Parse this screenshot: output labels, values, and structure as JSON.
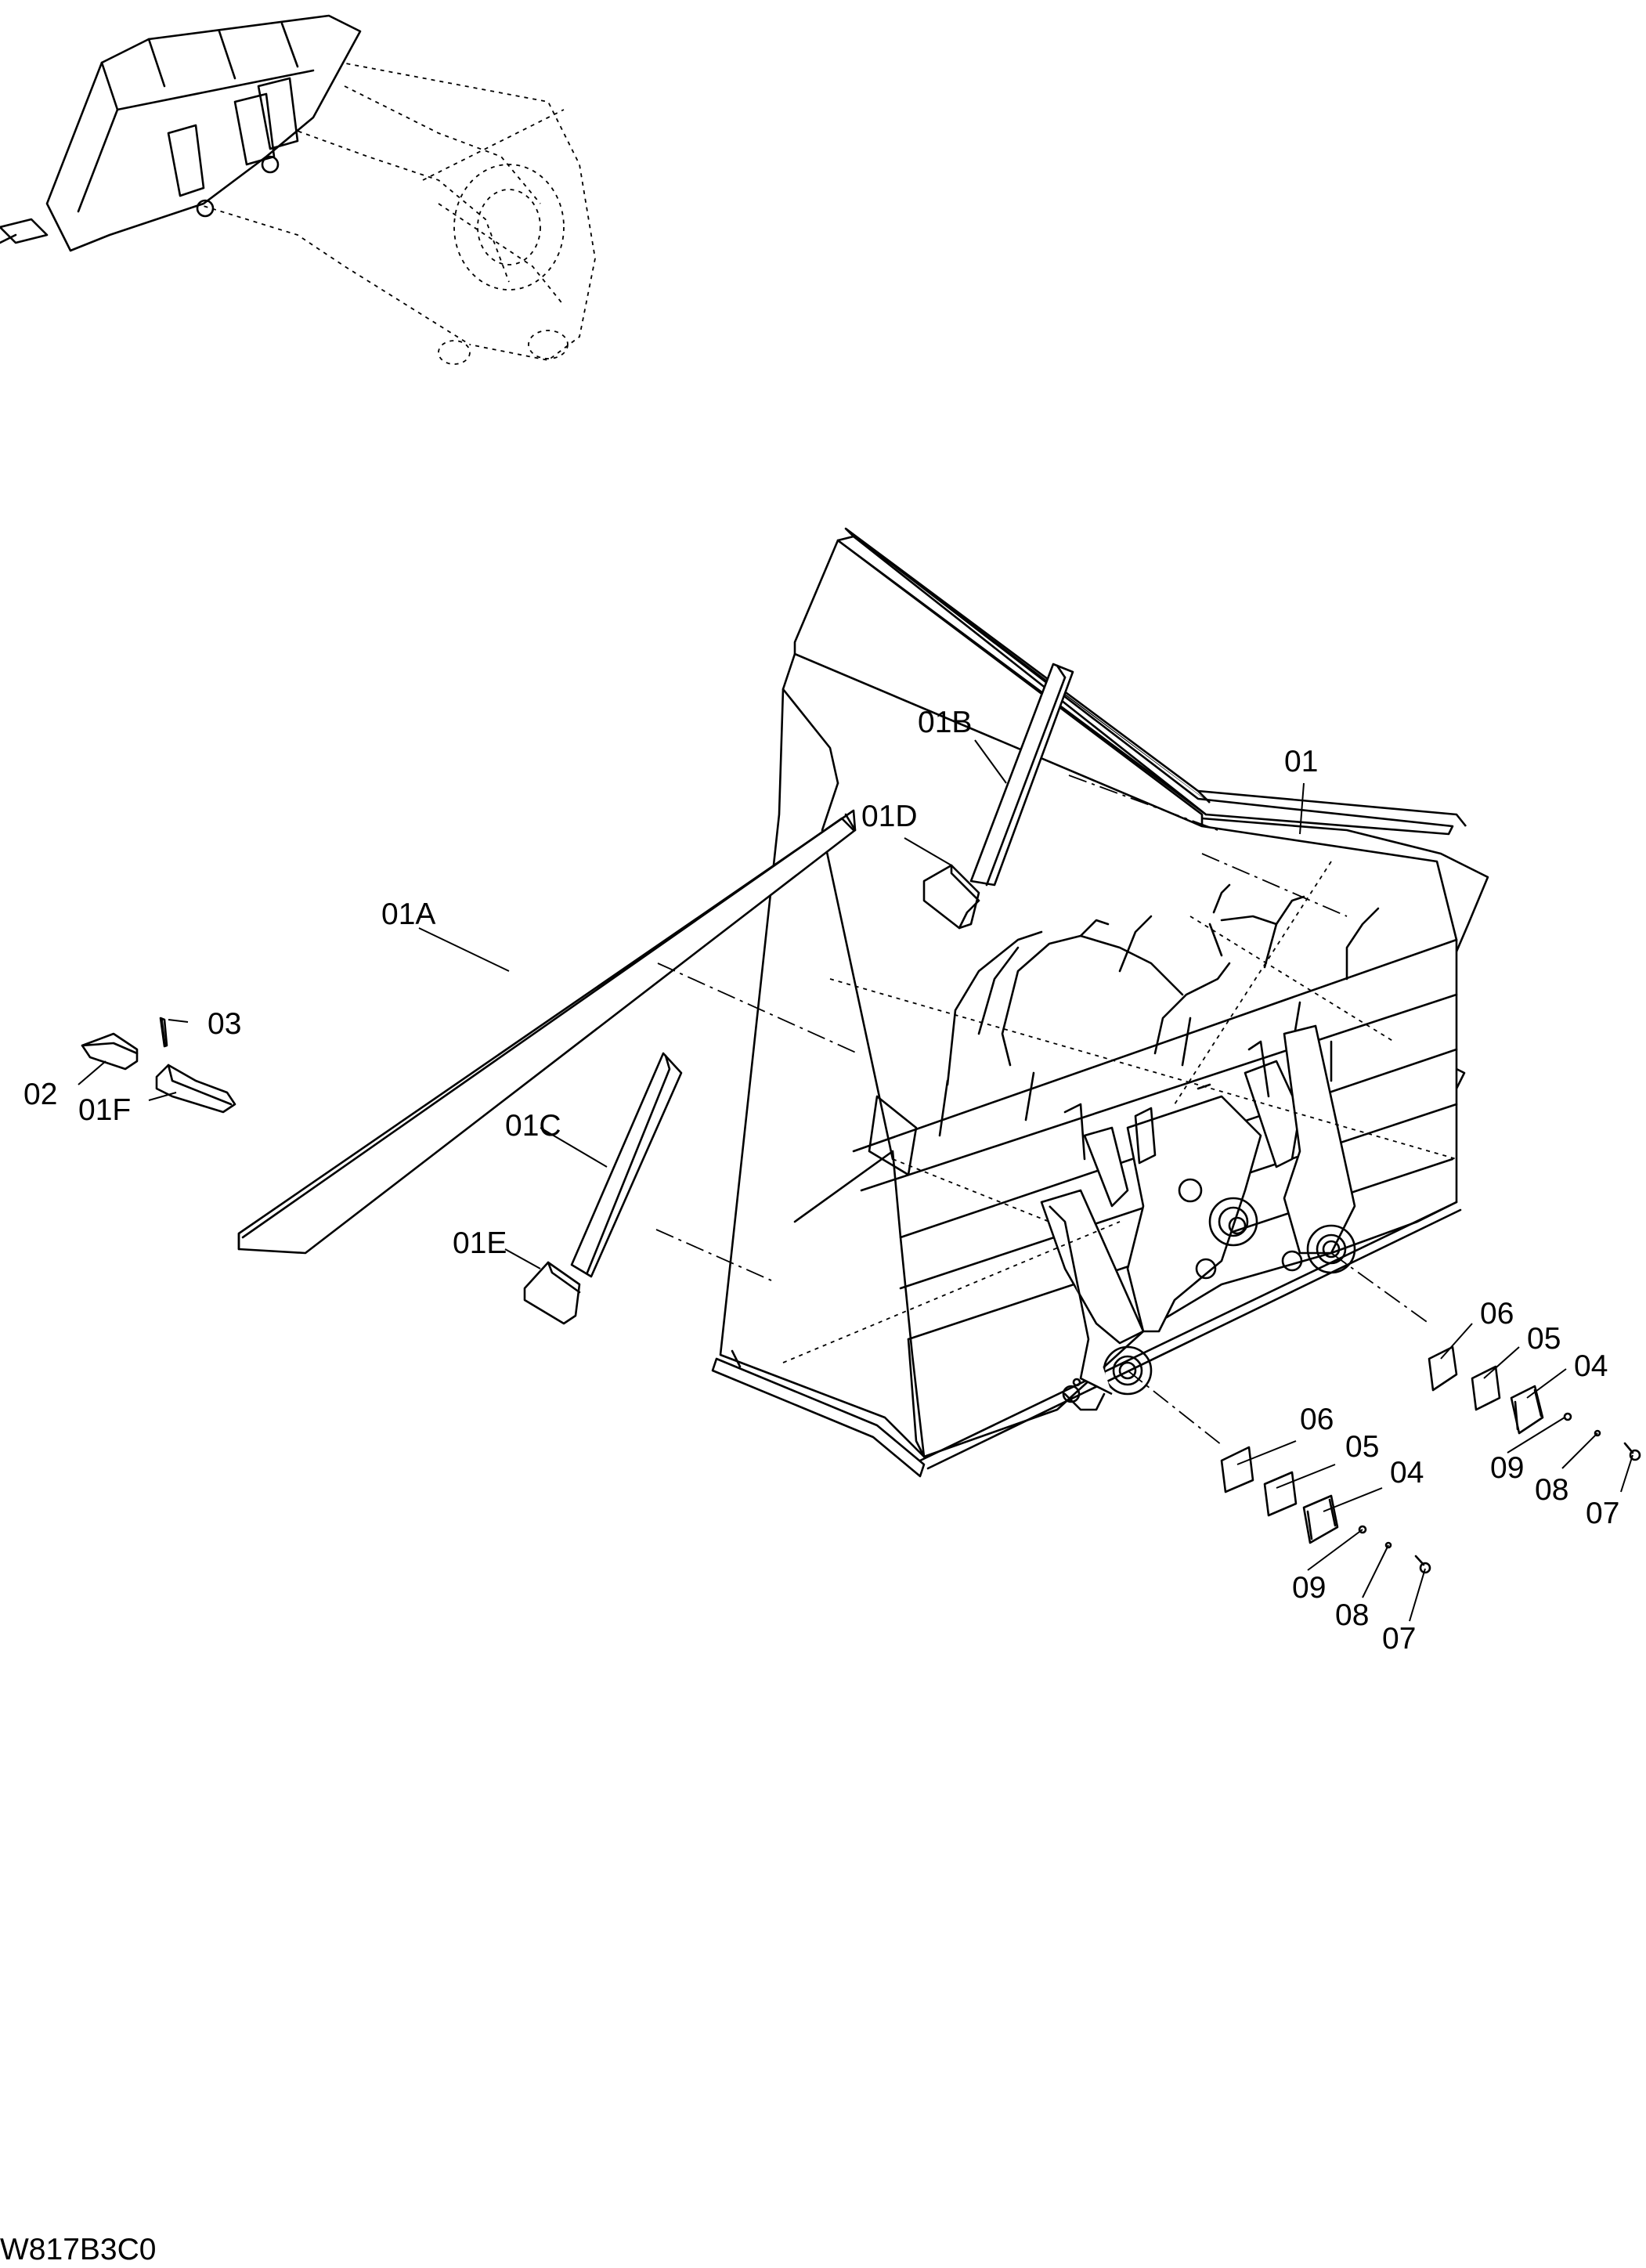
{
  "diagram": {
    "drawing_code": "W817B3C0",
    "callouts": {
      "p01": "01",
      "p01A": "01A",
      "p01B": "01B",
      "p01C": "01C",
      "p01D": "01D",
      "p01E": "01E",
      "p01F": "01F",
      "p02": "02",
      "p03": "03",
      "right_group": {
        "p04": "04",
        "p05": "05",
        "p06": "06",
        "p07": "07",
        "p08": "08",
        "p09": "09"
      },
      "left_group": {
        "p04": "04",
        "p05": "05",
        "p06": "06",
        "p07": "07",
        "p08": "08",
        "p09": "09"
      }
    }
  }
}
